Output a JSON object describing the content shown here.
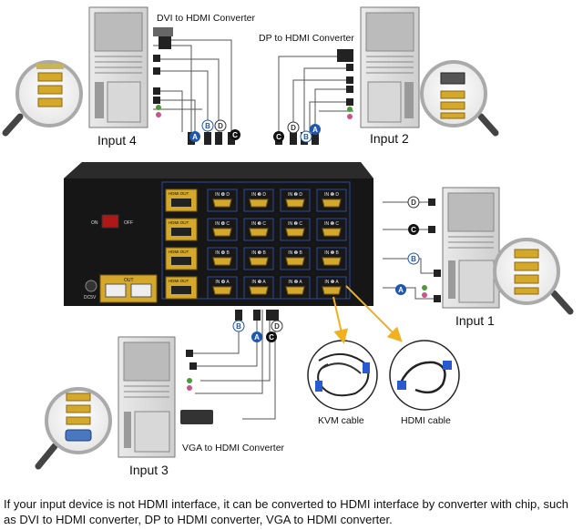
{
  "labels": {
    "dvi_converter": "DVI to HDMI Converter",
    "dp_converter": "DP to HDMI Converter",
    "vga_converter": "VGA to HDMI Converter",
    "input1": "Input 1",
    "input2": "Input 2",
    "input3": "Input 3",
    "input4": "Input 4",
    "kvm_cable": "KVM cable",
    "hdmi_cable": "HDMI cable"
  },
  "switch": {
    "on": "ON",
    "off": "OFF",
    "dc": "DC5V",
    "out": "OUT",
    "hdmi_out": "HDMI OUT",
    "rows": [
      {
        "letter": "D",
        "ports": [
          "IN ❹ D",
          "IN ❸ D",
          "IN ❷ D",
          "IN ❶ D"
        ]
      },
      {
        "letter": "C",
        "ports": [
          "IN ❹ C",
          "IN ❸ C",
          "IN ❷ C",
          "IN ❶ C"
        ]
      },
      {
        "letter": "B",
        "ports": [
          "IN ❹ B",
          "IN ❸ B",
          "IN ❷ B",
          "IN ❶ B"
        ]
      },
      {
        "letter": "A",
        "ports": [
          "IN ❹ A",
          "IN ❸ A",
          "IN ❷ A",
          "IN ❶ A"
        ]
      }
    ]
  },
  "badges": [
    "A",
    "B",
    "C",
    "D"
  ],
  "caption": "If your input device is not HDMI interface, it can be converted to HDMI interface by converter with chip, such as DVI to HDMI converter, DP to HDMI converter, VGA to HDMI converter.",
  "colors": {
    "switch_body": "#1c1c1c",
    "port_gold": "#d4a82a",
    "badge_blue": "#1f56b0",
    "arrow": "#f0b020"
  }
}
